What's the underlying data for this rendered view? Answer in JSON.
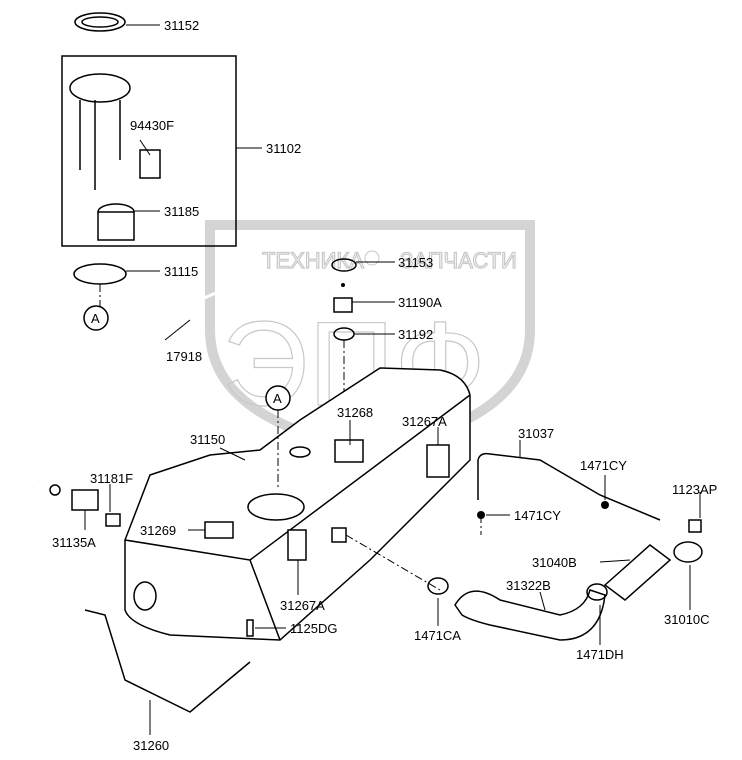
{
  "watermark": {
    "left_text": "ТЕХНИКА",
    "right_text": "ЗАПЧАСТИ",
    "logo_text": "ЭПФ"
  },
  "labels": {
    "p31152": "31152",
    "p94430F": "94430F",
    "p31102": "31102",
    "p31185": "31185",
    "p31115": "31115",
    "ref_a_top": "A",
    "p31153": "31153",
    "p31190A": "31190A",
    "p31192": "31192",
    "p17918": "17918",
    "ref_a_tank": "A",
    "p31268": "31268",
    "p31267A_top": "31267A",
    "p31037": "31037",
    "p31150": "31150",
    "p1471CY_top": "1471CY",
    "p1123AP": "1123AP",
    "p31181F": "31181F",
    "p1471CY_mid": "1471CY",
    "p31135A": "31135A",
    "p31269": "31269",
    "p31040B": "31040B",
    "p31322B": "31322B",
    "p31267A_bot": "31267A",
    "p1471CA": "1471CA",
    "p1471DH": "1471DH",
    "p31010C": "31010C",
    "p1125DG": "1125DG",
    "p31260": "31260"
  }
}
